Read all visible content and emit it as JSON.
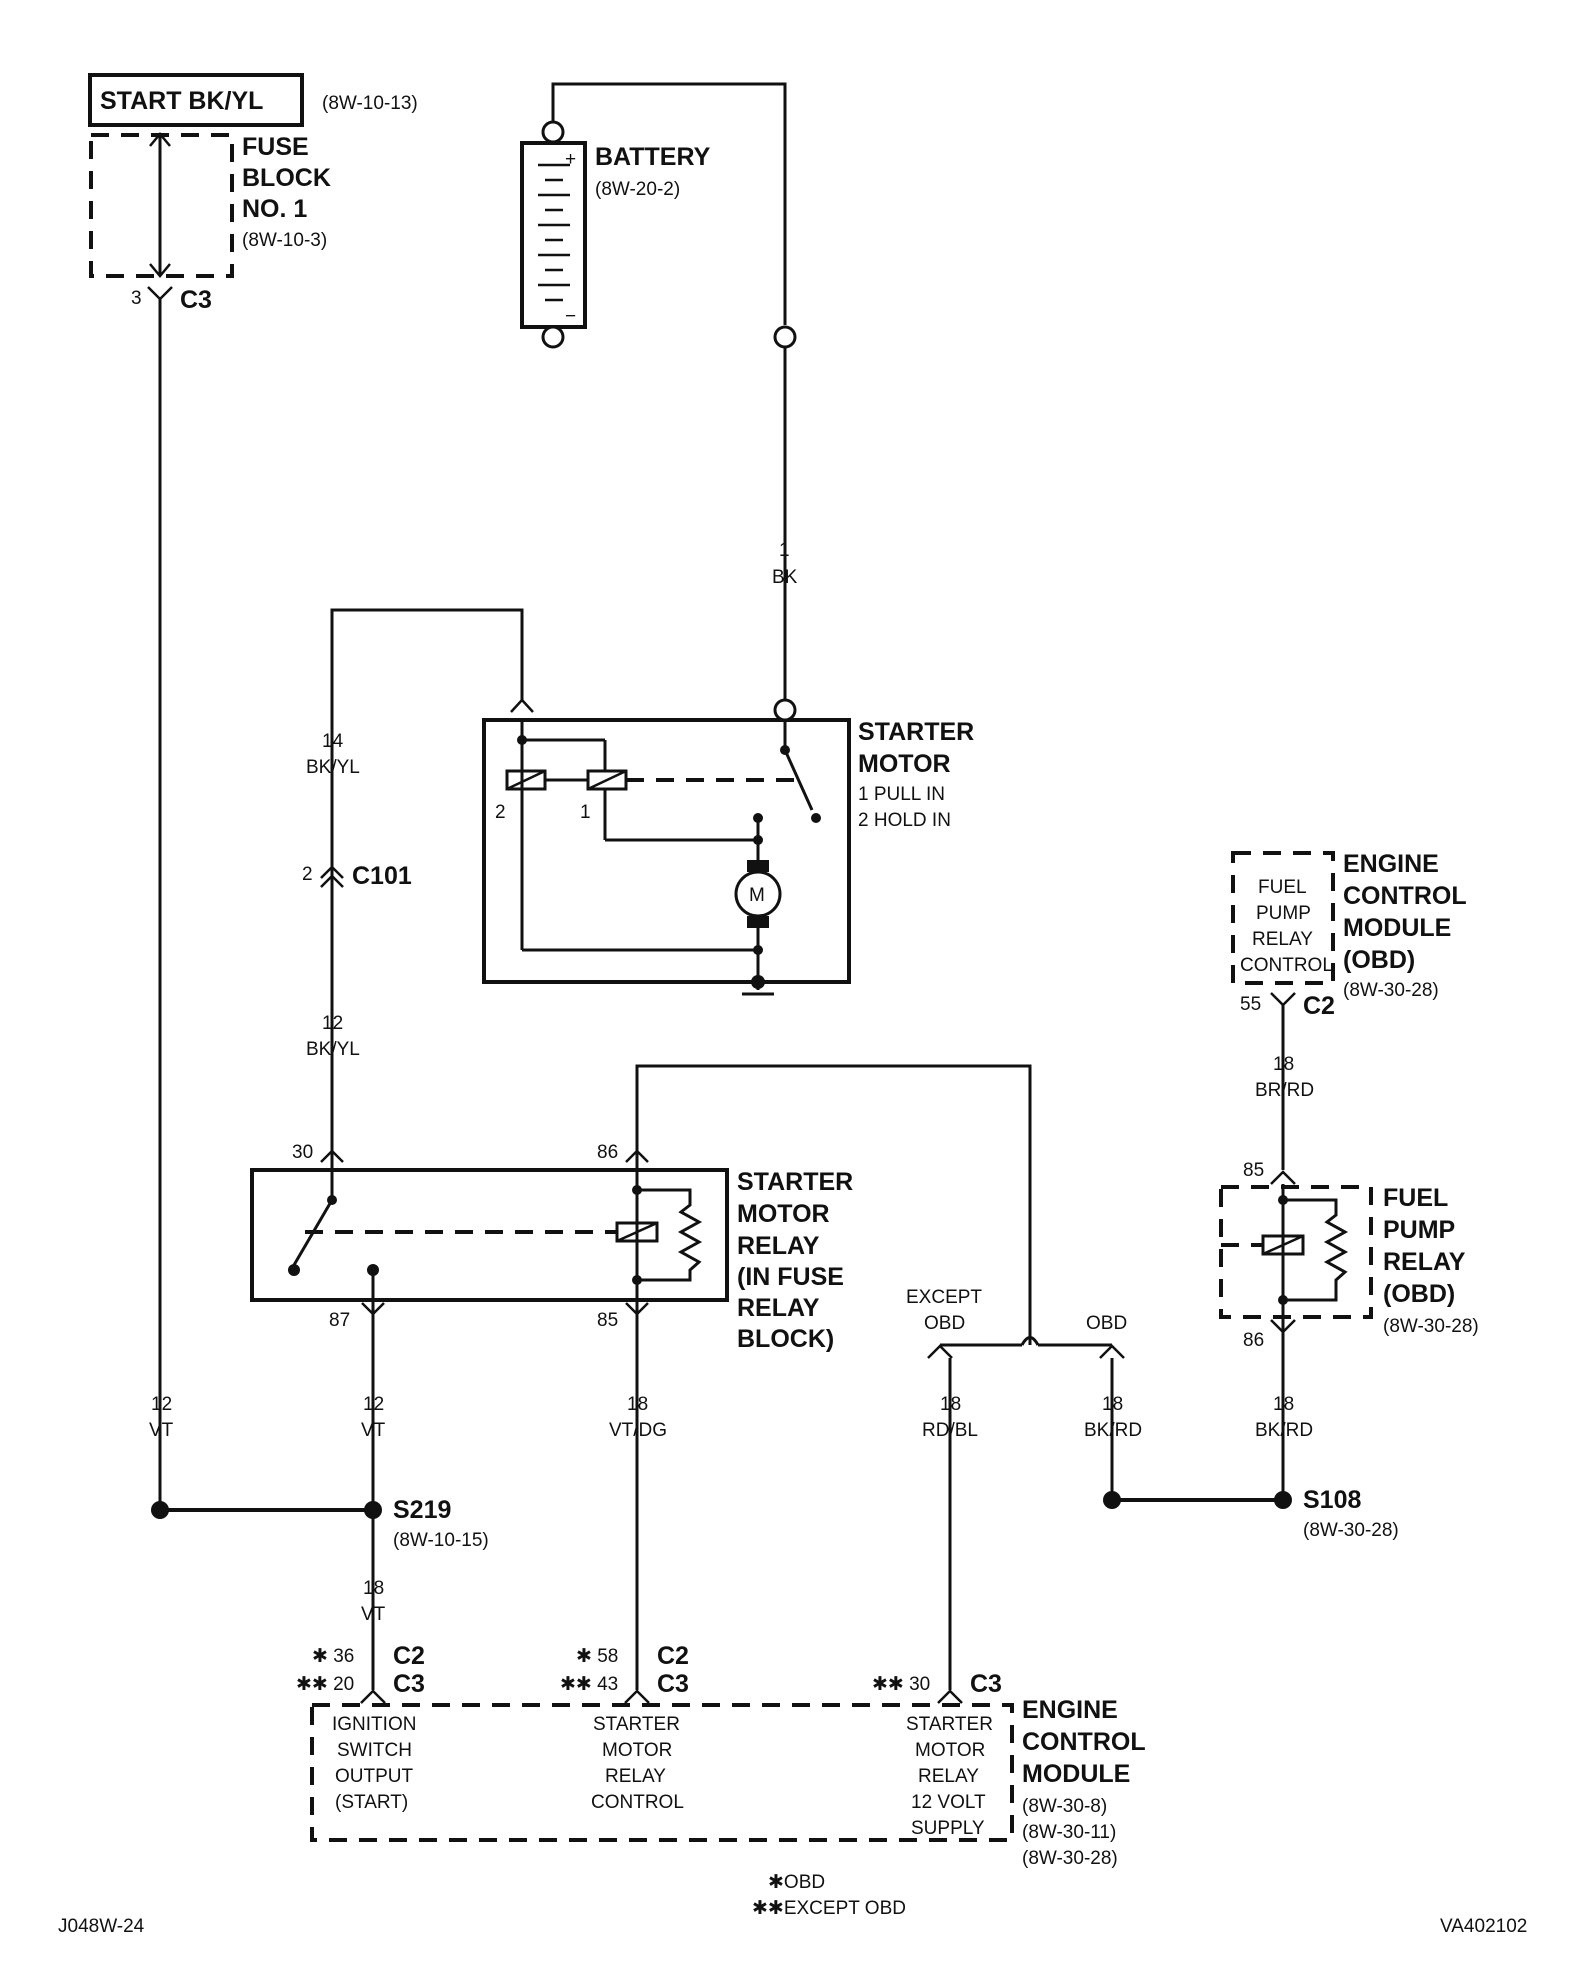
{
  "diagram": {
    "start_label": "START BK/YL",
    "start_ref": "(8W-10-13)",
    "fuse_block": {
      "l1": "FUSE",
      "l2": "BLOCK",
      "l3": "NO. 1",
      "ref": "(8W-10-3)",
      "pin": "3",
      "conn": "C3"
    },
    "battery": {
      "name": "BATTERY",
      "ref": "(8W-20-2)",
      "plus": "+",
      "minus": "−"
    },
    "battery_wire": {
      "gauge": "1",
      "color": "BK"
    },
    "starter_motor": {
      "l1": "STARTER",
      "l2": "MOTOR",
      "l3": "1 PULL IN",
      "l4": "2 HOLD IN",
      "coil2": "2",
      "coil1": "1",
      "motor": "M"
    },
    "wire_14": {
      "gauge": "14",
      "color": "BK/YL"
    },
    "c101": {
      "pin": "2",
      "conn": "C101"
    },
    "wire_12_bkyl": {
      "gauge": "12",
      "color": "BK/YL"
    },
    "relay": {
      "l1": "STARTER",
      "l2": "MOTOR",
      "l3": "RELAY",
      "l4": "(IN FUSE",
      "l5": "RELAY",
      "l6": "BLOCK)",
      "p30": "30",
      "p86": "86",
      "p87": "87",
      "p85": "85"
    },
    "ecm_top": {
      "l1": "ENGINE",
      "l2": "CONTROL",
      "l3": "MODULE",
      "l4": "(OBD)",
      "ref": "(8W-30-28)",
      "f1": "FUEL",
      "f2": "PUMP",
      "f3": "RELAY",
      "f4": "CONTROL",
      "pin": "55",
      "conn": "C2"
    },
    "wire_brrd": {
      "gauge": "18",
      "color": "BR/RD"
    },
    "fuel_relay": {
      "l1": "FUEL",
      "l2": "PUMP",
      "l3": "RELAY",
      "l4": "(OBD)",
      "ref": "(8W-30-28)",
      "p85": "85",
      "p86": "86"
    },
    "except_obd": {
      "l1": "EXCEPT",
      "l2": "OBD"
    },
    "obd": "OBD",
    "wire_vt_left": {
      "gauge": "12",
      "color": "VT"
    },
    "wire_vt_87": {
      "gauge": "12",
      "color": "VT"
    },
    "wire_vtdg": {
      "gauge": "18",
      "color": "VT/DG"
    },
    "wire_rdbl": {
      "gauge": "18",
      "color": "RD/BL"
    },
    "wire_bkrd_1": {
      "gauge": "18",
      "color": "BK/RD"
    },
    "wire_bkrd_2": {
      "gauge": "18",
      "color": "BK/RD"
    },
    "s219": {
      "name": "S219",
      "ref": "(8W-10-15)"
    },
    "s108": {
      "name": "S108",
      "ref": "(8W-30-28)"
    },
    "wire_18vt": {
      "gauge": "18",
      "color": "VT"
    },
    "ecm_bottom": {
      "pinA1": "✱ 36",
      "connA1": "C2",
      "pinA2": "✱✱ 20",
      "connA2": "C3",
      "pinB1": "✱ 58",
      "connB1": "C2",
      "pinB2": "✱✱ 43",
      "connB2": "C3",
      "pinC": "✱✱ 30",
      "connC": "C3",
      "ign1": "IGNITION",
      "ign2": "SWITCH",
      "ign3": "OUTPUT",
      "ign4": "(START)",
      "smr1": "STARTER",
      "smr2": "MOTOR",
      "smr3": "RELAY",
      "smr4": "CONTROL",
      "sup1": "STARTER",
      "sup2": "MOTOR",
      "sup3": "RELAY",
      "sup4": "12 VOLT",
      "sup5": "SUPPLY",
      "n1": "ENGINE",
      "n2": "CONTROL",
      "n3": "MODULE",
      "ref1": "(8W-30-8)",
      "ref2": "(8W-30-11)",
      "ref3": "(8W-30-28)"
    },
    "legend": {
      "obd": "✱OBD",
      "except": "✱✱EXCEPT OBD"
    },
    "footer": {
      "left": "J048W-24",
      "right": "VA402102"
    }
  }
}
